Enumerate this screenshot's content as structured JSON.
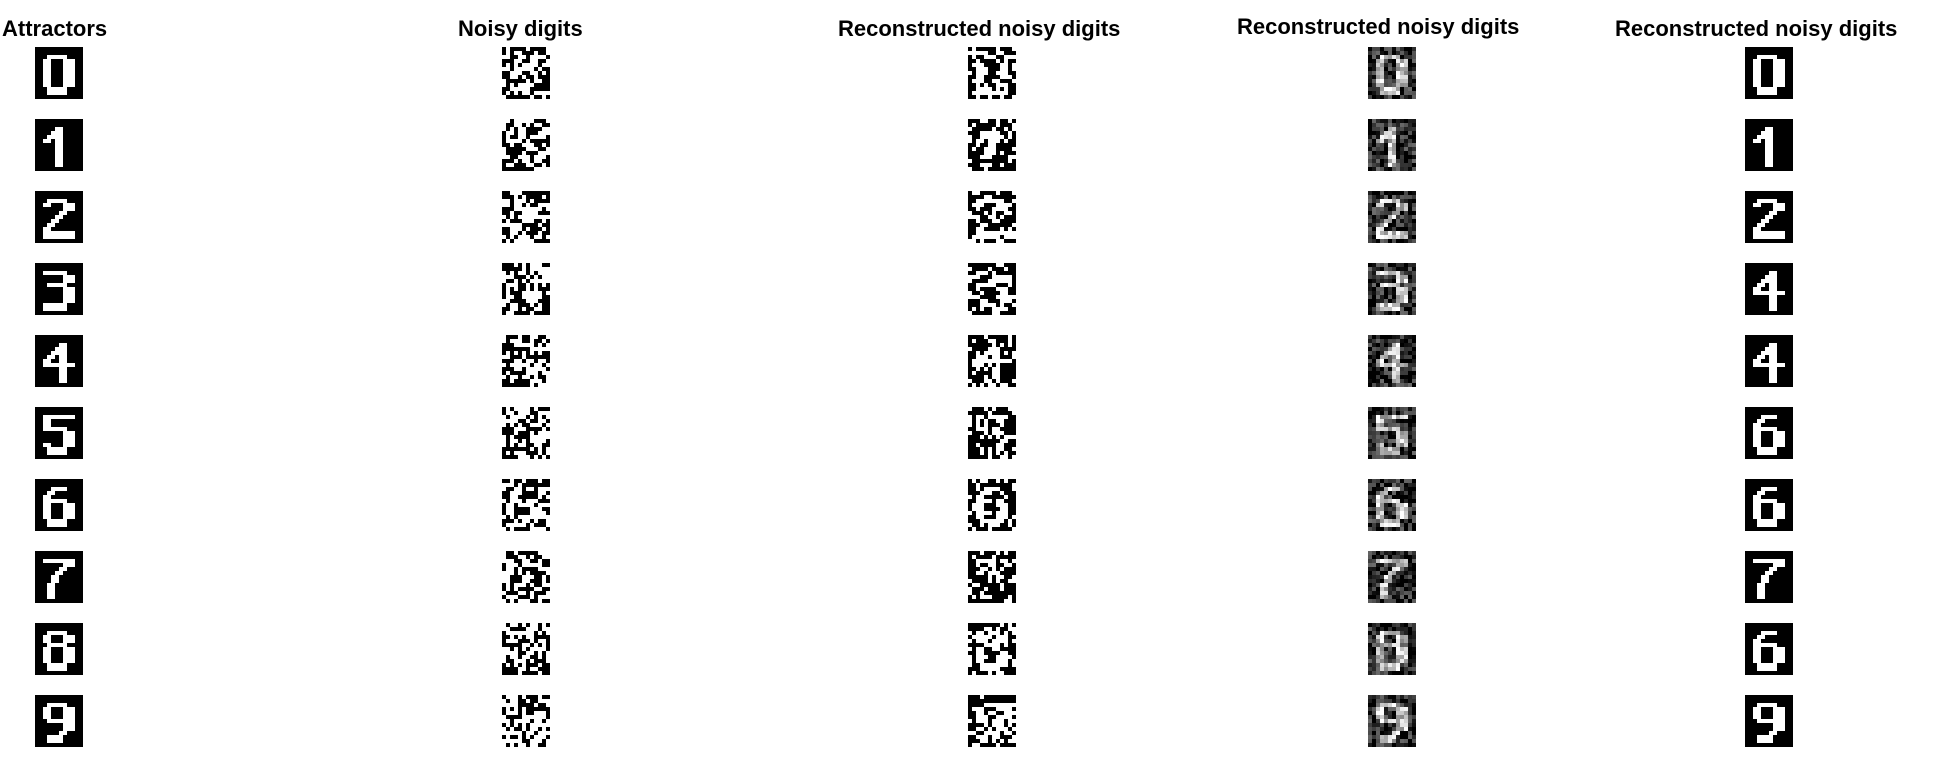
{
  "columns": [
    {
      "title": "Attractors",
      "kind": "attractor"
    },
    {
      "title": "Noisy digits",
      "kind": "noisy"
    },
    {
      "title": "Reconstructed noisy digits",
      "kind": "recon-rough"
    },
    {
      "title": "Reconstructed noisy digits",
      "kind": "recon-gray"
    },
    {
      "title": "Reconstructed noisy digits",
      "kind": "recon-clean"
    }
  ],
  "digits": [
    "0",
    "1",
    "2",
    "3",
    "4",
    "5",
    "6",
    "7",
    "8",
    "9"
  ],
  "column5_shown_digits": [
    "0",
    "1",
    "2",
    "4",
    "4",
    "6",
    "6",
    "7",
    "6",
    "9"
  ]
}
